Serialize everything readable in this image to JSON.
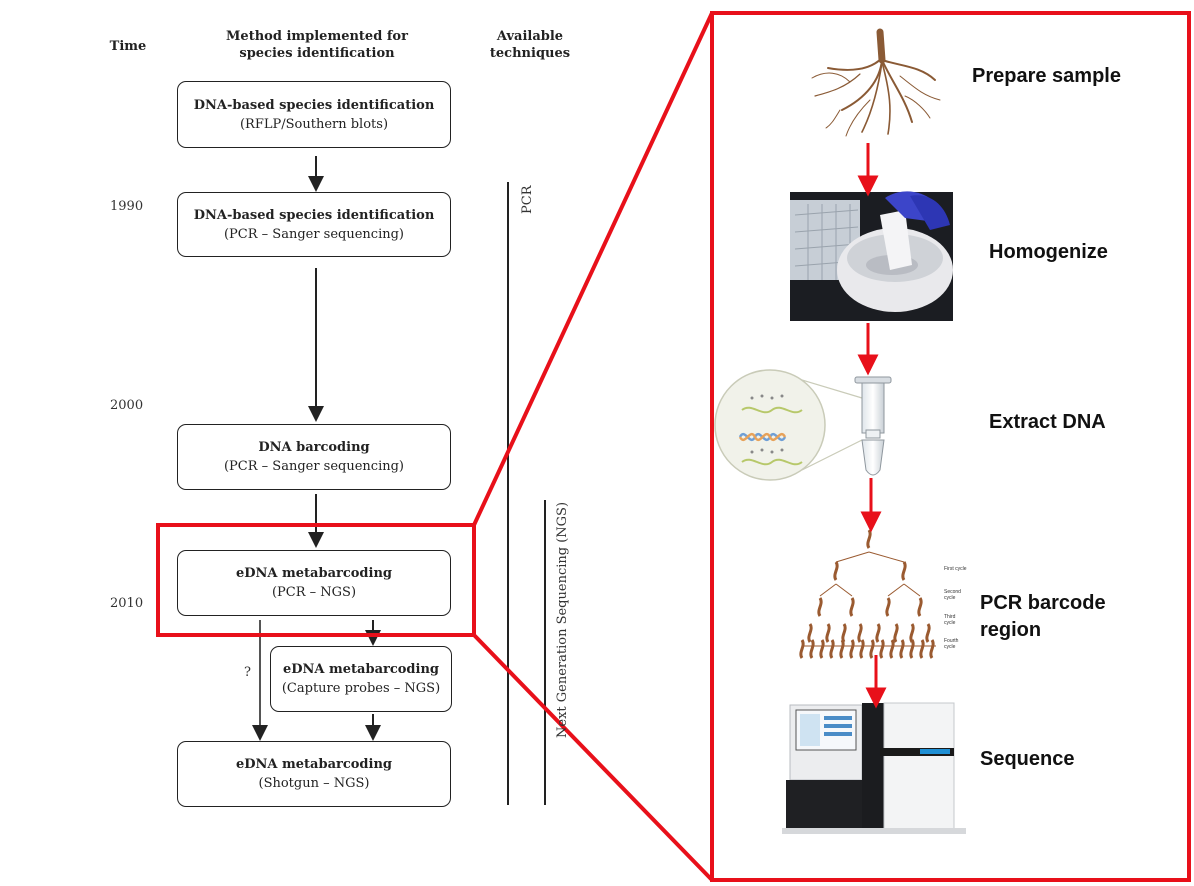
{
  "timeline": {
    "headers": {
      "time": "Time",
      "method": "Method implemented for species identification",
      "techniques": "Available techniques"
    },
    "years": [
      "1990",
      "2000",
      "2010"
    ],
    "boxes": [
      {
        "title": "DNA-based species identification",
        "subtitle": "(RFLP/Southern blots)"
      },
      {
        "title": "DNA-based species identification",
        "subtitle": "(PCR – Sanger sequencing)"
      },
      {
        "title": "DNA barcoding",
        "subtitle": "(PCR – Sanger sequencing)"
      },
      {
        "title": "eDNA metabarcoding",
        "subtitle": "(PCR – NGS)"
      },
      {
        "title": "eDNA metabarcoding",
        "subtitle": "(Capture probes – NGS)"
      },
      {
        "title": "eDNA metabarcoding",
        "subtitle": "(Shotgun – NGS)"
      }
    ],
    "question_mark": "?",
    "techniques": {
      "pcr": "PCR",
      "ngs": "Next Generation Sequencing (NGS)"
    }
  },
  "workflow": {
    "steps": [
      {
        "label": "Prepare sample"
      },
      {
        "label": "Homogenize"
      },
      {
        "label": "Extract DNA"
      },
      {
        "label": "PCR barcode region"
      },
      {
        "label": "Sequence"
      }
    ],
    "pcr_cycles": [
      "First cycle",
      "Second cycle",
      "Third cycle",
      "Fourth cycle"
    ]
  },
  "colors": {
    "highlight": "#e8101a",
    "ink": "#222222"
  }
}
